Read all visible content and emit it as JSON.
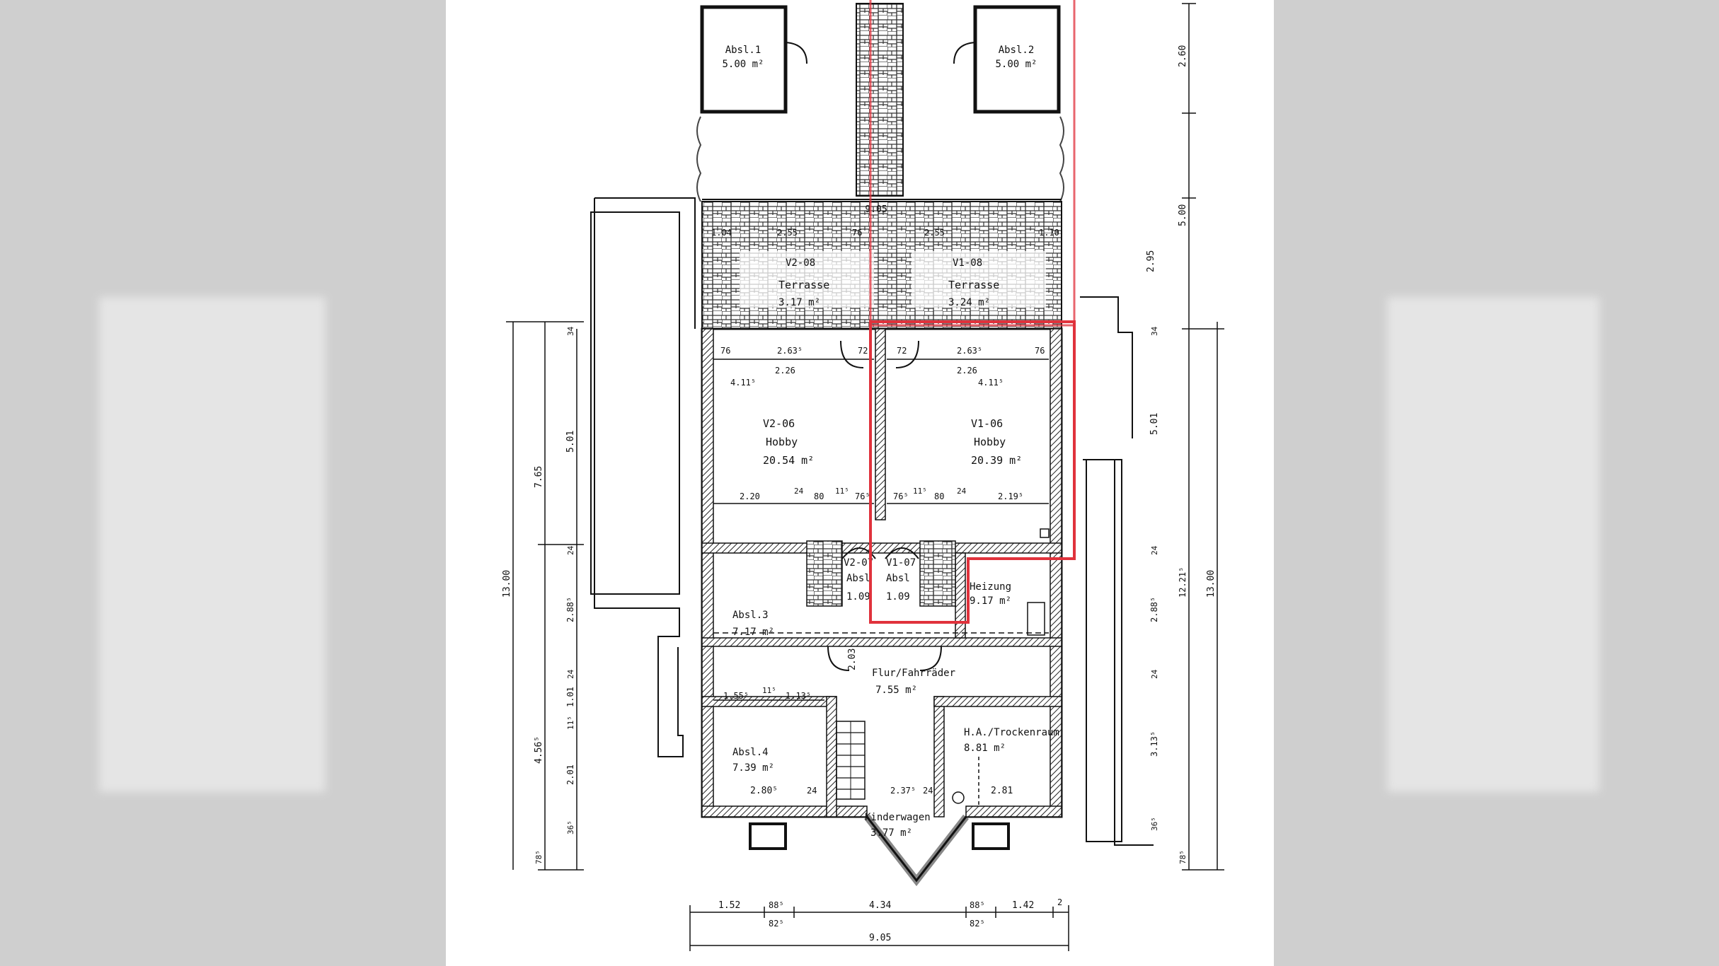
{
  "rooms": {
    "absl1": {
      "name": "Absl.1",
      "area": "5.00 m²"
    },
    "absl2": {
      "name": "Absl.2",
      "area": "5.00 m²"
    },
    "v2_08": {
      "id": "V2-08",
      "name": "Terrasse",
      "area": "3.17 m²"
    },
    "v1_08": {
      "id": "V1-08",
      "name": "Terrasse",
      "area": "3.24 m²"
    },
    "v2_06": {
      "id": "V2-06",
      "name": "Hobby",
      "area": "20.54 m²"
    },
    "v1_06": {
      "id": "V1-06",
      "name": "Hobby",
      "area": "20.39 m²"
    },
    "v2_07": {
      "id": "V2-07",
      "name": "Absl",
      "area": "1.09"
    },
    "v1_07": {
      "id": "V1-07",
      "name": "Absl",
      "area": "1.09"
    },
    "heizung": {
      "name": "Heizung",
      "area": "9.17 m²"
    },
    "absl3": {
      "name": "Absl.3",
      "area": "7.17 m²"
    },
    "flur": {
      "name": "Flur/Fahrräder",
      "area": "7.55 m²"
    },
    "absl4": {
      "name": "Absl.4",
      "area": "7.39 m²"
    },
    "ha": {
      "name": "H.A./Trockenraum",
      "area": "8.81 m²"
    },
    "kinderwagen": {
      "name": "Kinderwagen",
      "area": "3.77 m²"
    }
  },
  "dims": {
    "top_width": "9.05",
    "terrace_left": [
      "1.04",
      "2.55",
      "76"
    ],
    "terrace_right": [
      "2.55",
      "1.10"
    ],
    "hobby_left_top": [
      "76",
      "2.63⁵",
      "72"
    ],
    "hobby_left_inner": "2.26",
    "hobby_left_side": "4.11⁵",
    "hobby_right_top": [
      "72",
      "2.63⁵",
      "76"
    ],
    "hobby_right_inner": "2.26",
    "hobby_right_side": "4.11⁵",
    "hobby_left_bottom": [
      "2.20",
      "24",
      "80",
      "11⁵",
      "76⁵"
    ],
    "hobby_right_bottom": [
      "76⁵",
      "11⁵",
      "80",
      "24",
      "2.19⁵"
    ],
    "absl4_top": [
      "1.55⁵",
      "11⁵",
      "1.13⁵"
    ],
    "absl4_bottom": [
      "2.80⁵",
      "24"
    ],
    "ha_bottom": [
      "2.37⁵",
      "24",
      "2.81"
    ],
    "stair": "2.03",
    "left_chain": [
      "34",
      "5.01",
      "24",
      "2.88⁵",
      "24",
      "1.01",
      "11⁵",
      "2.01",
      "36⁵",
      "78⁵"
    ],
    "left_7_65": "7.65",
    "left_4_56": "4.56⁵",
    "left_13": "13.00",
    "right_top": [
      "2.60",
      "5.00"
    ],
    "right_2_95": "2.95",
    "right_chain": [
      "34",
      "5.01",
      "24",
      "2.88⁵",
      "24",
      "3.13⁵",
      "36⁵",
      "78⁵"
    ],
    "right_12_21": "12.21⁵",
    "right_13": "13.00",
    "bottom_row": [
      "1.52",
      "88⁵",
      "4.34",
      "88⁵",
      "1.42",
      "2"
    ],
    "bottom_sub": [
      "82⁵",
      "82⁵"
    ],
    "bottom_total": "9.05"
  },
  "highlight_color": "#e0323c"
}
